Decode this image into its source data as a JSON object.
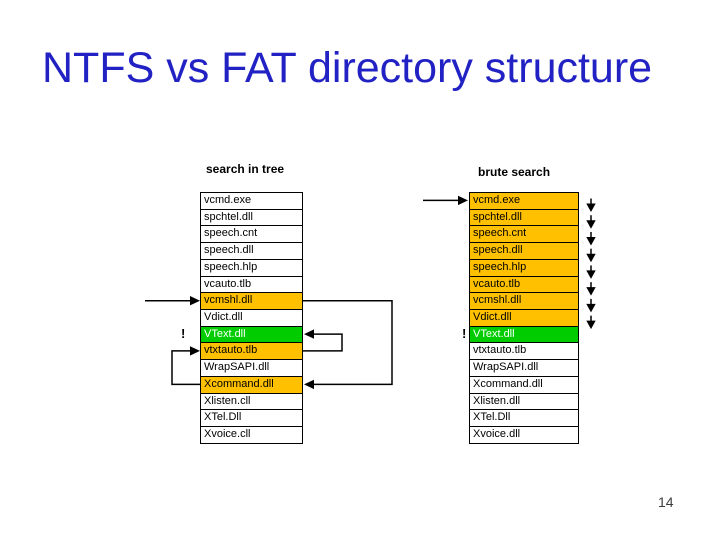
{
  "slide": {
    "title": "NTFS vs FAT directory structure",
    "page_number": "14"
  },
  "colors": {
    "title_blue": "#2222C4",
    "highlight_orange": "#FFC000",
    "highlight_green": "#00CC00"
  },
  "left_panel": {
    "header": "search in tree",
    "found_marker": "!",
    "rows": [
      {
        "label": "vcmd.exe",
        "highlight": "none"
      },
      {
        "label": "spchtel.dll",
        "highlight": "none"
      },
      {
        "label": "speech.cnt",
        "highlight": "none"
      },
      {
        "label": "speech.dll",
        "highlight": "none"
      },
      {
        "label": "speech.hlp",
        "highlight": "none"
      },
      {
        "label": "vcauto.tlb",
        "highlight": "none"
      },
      {
        "label": "vcmshl.dll",
        "highlight": "orange"
      },
      {
        "label": "Vdict.dll",
        "highlight": "none"
      },
      {
        "label": "VText.dll",
        "highlight": "green"
      },
      {
        "label": "vtxtauto.tlb",
        "highlight": "orange"
      },
      {
        "label": "WrapSAPI.dll",
        "highlight": "none"
      },
      {
        "label": "Xcommand.dll",
        "highlight": "orange"
      },
      {
        "label": "Xlisten.cll",
        "highlight": "none"
      },
      {
        "label": "XTel.Dll",
        "highlight": "none"
      },
      {
        "label": "Xvoice.cll",
        "highlight": "none"
      }
    ]
  },
  "right_panel": {
    "header": "brute search",
    "found_marker": "!",
    "step_arrow_count": 8,
    "rows": [
      {
        "label": "vcmd.exe",
        "highlight": "orange"
      },
      {
        "label": "spchtel.dll",
        "highlight": "orange"
      },
      {
        "label": "speech.cnt",
        "highlight": "orange"
      },
      {
        "label": "speech.dll",
        "highlight": "orange"
      },
      {
        "label": "speech.hlp",
        "highlight": "orange"
      },
      {
        "label": "vcauto.tlb",
        "highlight": "orange"
      },
      {
        "label": "vcmshl.dll",
        "highlight": "orange"
      },
      {
        "label": "Vdict.dll",
        "highlight": "orange"
      },
      {
        "label": "VText.dll",
        "highlight": "green"
      },
      {
        "label": "vtxtauto.tlb",
        "highlight": "none"
      },
      {
        "label": "WrapSAPI.dll",
        "highlight": "none"
      },
      {
        "label": "Xcommand.dll",
        "highlight": "none"
      },
      {
        "label": "Xlisten.dll",
        "highlight": "none"
      },
      {
        "label": "XTel.Dll",
        "highlight": "none"
      },
      {
        "label": "Xvoice.dll",
        "highlight": "none"
      }
    ]
  }
}
